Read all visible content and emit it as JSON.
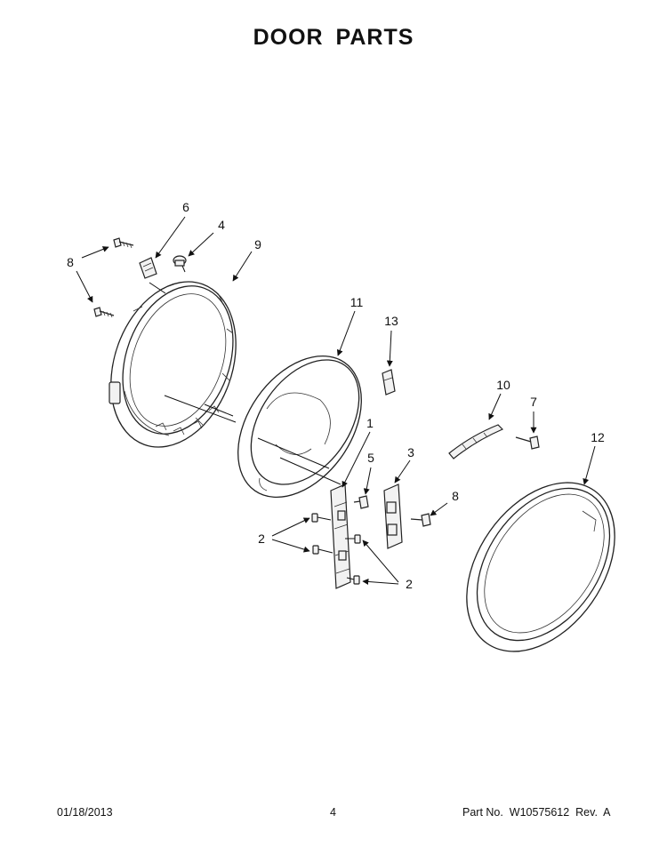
{
  "title": "DOOR PARTS",
  "footer": {
    "date": "01/18/2013",
    "page": "4",
    "part_number": "Part No.  W10575612  Rev.  A"
  },
  "callouts": {
    "c1": "1",
    "c2a": "2",
    "c2b": "2",
    "c3": "3",
    "c4": "4",
    "c5": "5",
    "c6": "6",
    "c7": "7",
    "c8a": "8",
    "c8b": "8",
    "c9": "9",
    "c10": "10",
    "c11": "11",
    "c12": "12",
    "c13": "13"
  }
}
